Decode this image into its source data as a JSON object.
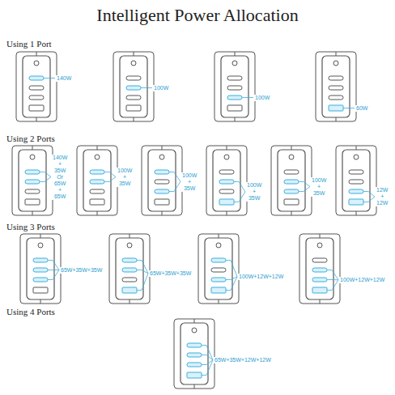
{
  "diagram": {
    "title": "Intelligent Power Allocation",
    "labels": [
      "Using 1 Port",
      "140W",
      "100W",
      "100W",
      "60W",
      "Using 2 Ports",
      "140W + 35W Or 65W + 65W",
      "100W + 35W",
      "100W + 35W",
      "100W + 35W",
      "100W + 35W",
      "12W + 12W",
      "Using 3 Ports",
      "65W+35W+35W",
      "65W+35W+35W",
      "100W+12W+12W",
      "100W+12W+12W",
      "Using 4 Ports",
      "65W+35W+12W+12W"
    ]
  }
}
